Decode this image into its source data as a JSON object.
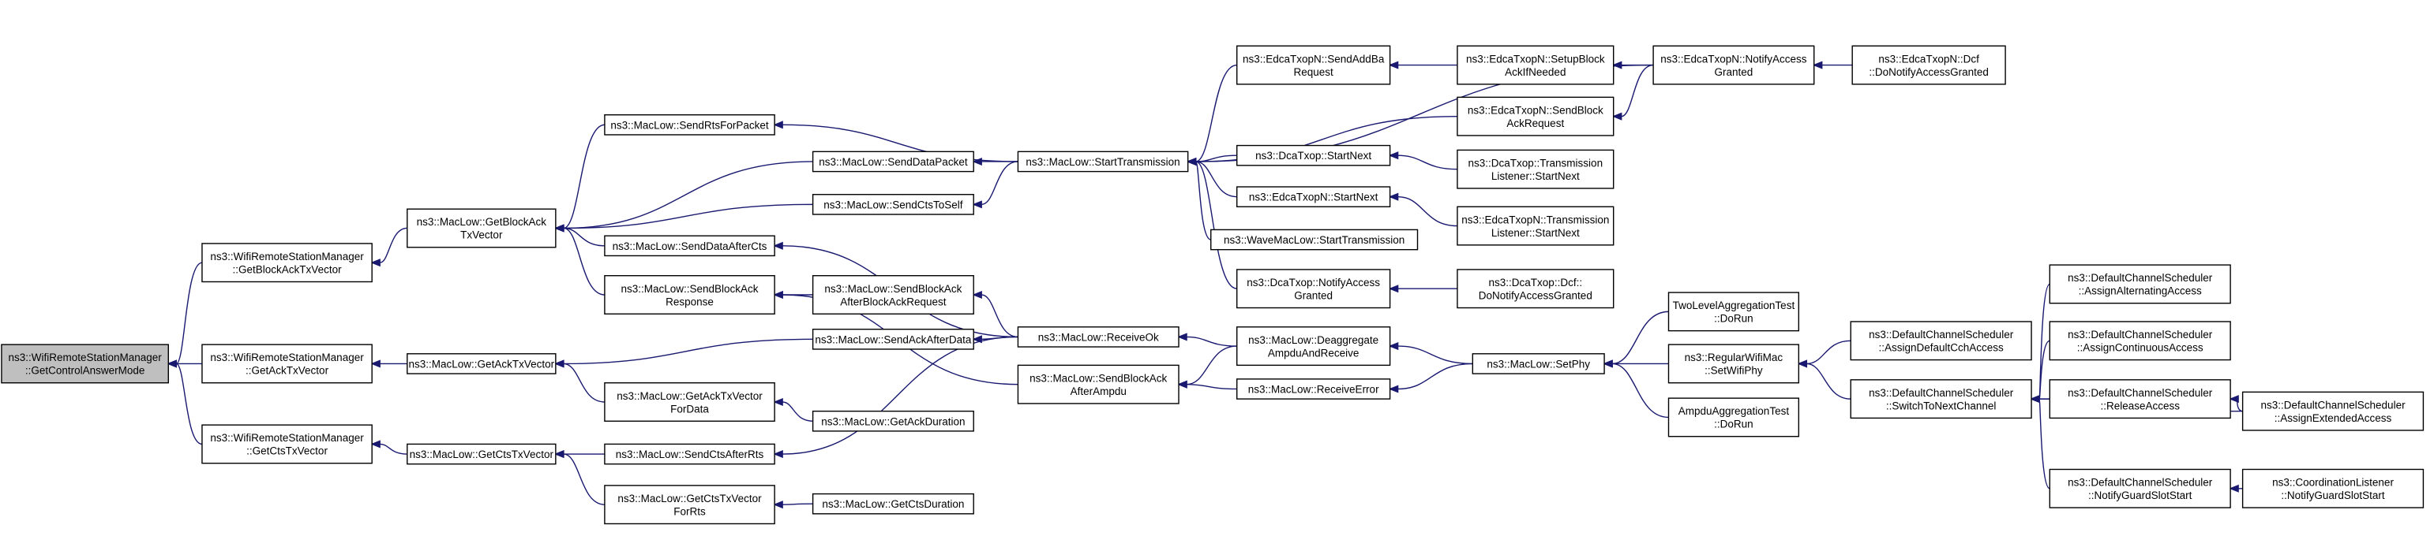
{
  "nodes": {
    "root": [
      "ns3::WifiRemoteStationManager",
      "::GetControlAnswerMode"
    ],
    "wrsm_blockack": [
      "ns3::WifiRemoteStationManager",
      "::GetBlockAckTxVector"
    ],
    "wrsm_ack": [
      "ns3::WifiRemoteStationManager",
      "::GetAckTxVector"
    ],
    "wrsm_cts": [
      "ns3::WifiRemoteStationManager",
      "::GetCtsTxVector"
    ],
    "ml_getblockack": [
      "ns3::MacLow::GetBlockAck",
      "TxVector"
    ],
    "ml_getack": [
      "ns3::MacLow::GetAckTxVector"
    ],
    "ml_getcts": [
      "ns3::MacLow::GetCtsTxVector"
    ],
    "ml_sendrts": [
      "ns3::MacLow::SendRtsForPacket"
    ],
    "ml_senddataafterCts": [
      "ns3::MacLow::SendDataAfterCts"
    ],
    "ml_sendblockackresp": [
      "ns3::MacLow::SendBlockAck",
      "Response"
    ],
    "ml_getacktxfordata": [
      "ns3::MacLow::GetAckTxVector",
      "ForData"
    ],
    "ml_sendctsafterrts": [
      "ns3::MacLow::SendCtsAfterRts"
    ],
    "ml_getctstxforrts": [
      "ns3::MacLow::GetCtsTxVector",
      "ForRts"
    ],
    "ml_senddatapacket": [
      "ns3::MacLow::SendDataPacket"
    ],
    "ml_sendctstoself": [
      "ns3::MacLow::SendCtsToSelf"
    ],
    "ml_sendblockackafterbar": [
      "ns3::MacLow::SendBlockAck",
      "AfterBlockAckRequest"
    ],
    "ml_sendackafterdata": [
      "ns3::MacLow::SendAckAfterData"
    ],
    "ml_getackduration": [
      "ns3::MacLow::GetAckDuration"
    ],
    "ml_getctsduration": [
      "ns3::MacLow::GetCtsDuration"
    ],
    "ml_starttx": [
      "ns3::MacLow::StartTransmission"
    ],
    "ml_receiveok": [
      "ns3::MacLow::ReceiveOk"
    ],
    "ml_sendblockackafterampdu": [
      "ns3::MacLow::SendBlockAck",
      "AfterAmpdu"
    ],
    "edca_sendaddba": [
      "ns3::EdcaTxopN::SendAddBa",
      "Request"
    ],
    "dca_startnext": [
      "ns3::DcaTxop::StartNext"
    ],
    "edca_startnext": [
      "ns3::EdcaTxopN::StartNext"
    ],
    "wave_starttx": [
      "ns3::WaveMacLow::StartTransmission"
    ],
    "dca_notifyaccess": [
      "ns3::DcaTxop::NotifyAccess",
      "Granted"
    ],
    "ml_deaggregate": [
      "ns3::MacLow::Deaggregate",
      "AmpduAndReceive"
    ],
    "ml_receiveerror": [
      "ns3::MacLow::ReceiveError"
    ],
    "edca_setupblockack": [
      "ns3::EdcaTxopN::SetupBlock",
      "AckIfNeeded"
    ],
    "edca_sendblockackreq": [
      "ns3::EdcaTxopN::SendBlock",
      "AckRequest"
    ],
    "dca_txlistener": [
      "ns3::DcaTxop::Transmission",
      "Listener::StartNext"
    ],
    "edca_txlistener": [
      "ns3::EdcaTxopN::Transmission",
      "Listener::StartNext"
    ],
    "dca_dcf_notify": [
      "ns3::DcaTxop::Dcf::",
      "DoNotifyAccessGranted"
    ],
    "ml_setphy": [
      "ns3::MacLow::SetPhy"
    ],
    "edca_notifyaccess": [
      "ns3::EdcaTxopN::NotifyAccess",
      "Granted"
    ],
    "twolevel_dorun": [
      "TwoLevelAggregationTest",
      "::DoRun"
    ],
    "regularwifimac_setwifiphy": [
      "ns3::RegularWifiMac",
      "::SetWifiPhy"
    ],
    "ampdu_dorun": [
      "AmpduAggregationTest",
      "::DoRun"
    ],
    "edca_dcf_notify": [
      "ns3::EdcaTxopN::Dcf",
      "::DoNotifyAccessGranted"
    ],
    "dcs_assigndefaultcch": [
      "ns3::DefaultChannelScheduler",
      "::AssignDefaultCchAccess"
    ],
    "dcs_switchtonext": [
      "ns3::DefaultChannelScheduler",
      "::SwitchToNextChannel"
    ],
    "dcs_assignalternating": [
      "ns3::DefaultChannelScheduler",
      "::AssignAlternatingAccess"
    ],
    "dcs_assigncontinuous": [
      "ns3::DefaultChannelScheduler",
      "::AssignContinuousAccess"
    ],
    "dcs_releaseaccess": [
      "ns3::DefaultChannelScheduler",
      "::ReleaseAccess"
    ],
    "dcs_notifyguardslot": [
      "ns3::DefaultChannelScheduler",
      "::NotifyGuardSlotStart"
    ],
    "dcs_assignextended": [
      "ns3::DefaultChannelScheduler",
      "::AssignExtendedAccess"
    ],
    "coord_notifyguardslot": [
      "ns3::CoordinationListener",
      "::NotifyGuardSlotStart"
    ]
  },
  "colors": {
    "edge": "#191970",
    "root_fill": "#bfbfbf",
    "node_fill": "#ffffff",
    "border": "#000000"
  }
}
